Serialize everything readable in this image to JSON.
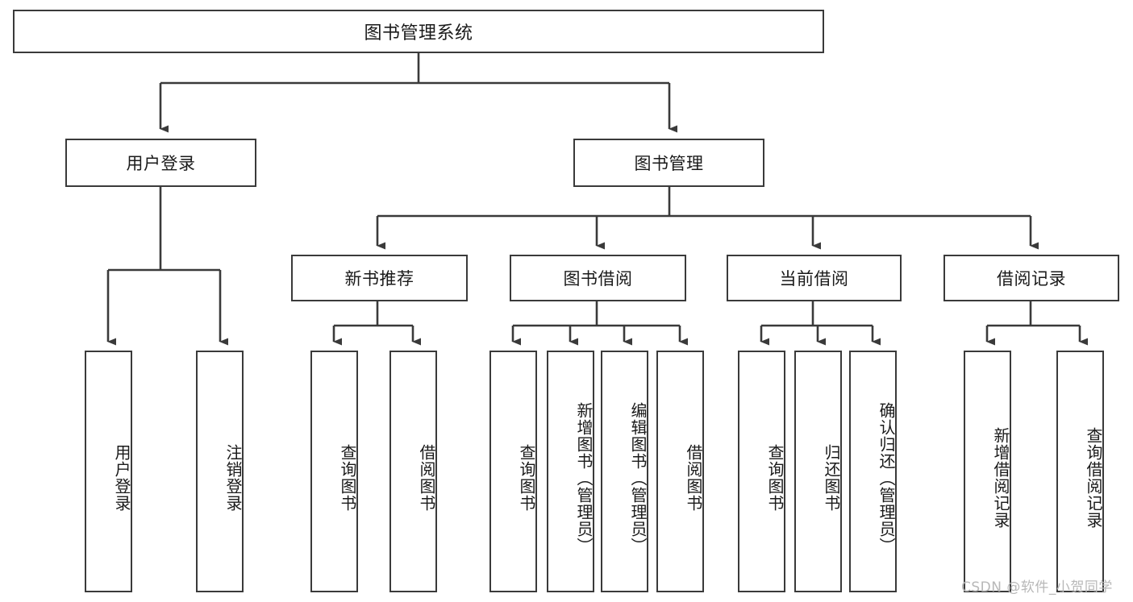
{
  "diagram": {
    "type": "tree",
    "title": "图书管理系统",
    "root": {
      "label": "图书管理系统"
    },
    "level2": [
      {
        "label": "用户登录"
      },
      {
        "label": "图书管理"
      }
    ],
    "level3": [
      {
        "label": "新书推荐"
      },
      {
        "label": "图书借阅"
      },
      {
        "label": "当前借阅"
      },
      {
        "label": "借阅记录"
      }
    ],
    "leaves": {
      "user_login": [
        {
          "label": "用户登录"
        },
        {
          "label": "注销登录"
        }
      ],
      "new_book_recommend": [
        {
          "label": "查询图书"
        },
        {
          "label": "借阅图书"
        }
      ],
      "book_borrow": [
        {
          "label": "查询图书"
        },
        {
          "label": "新增图书（管理员）"
        },
        {
          "label": "编辑图书（管理员）"
        },
        {
          "label": "借阅图书"
        }
      ],
      "current_borrow": [
        {
          "label": "查询图书"
        },
        {
          "label": "归还图书"
        },
        {
          "label": "确认归还（管理员）"
        }
      ],
      "borrow_record": [
        {
          "label": "新增借阅记录"
        },
        {
          "label": "查询借阅记录"
        }
      ]
    }
  },
  "watermark": {
    "text": "CSDN @软件_小贺同学"
  },
  "colors": {
    "stroke": "#3a3a3a",
    "text": "#1a1a1a",
    "background": "#ffffff",
    "watermark": "#b8b8b8"
  }
}
